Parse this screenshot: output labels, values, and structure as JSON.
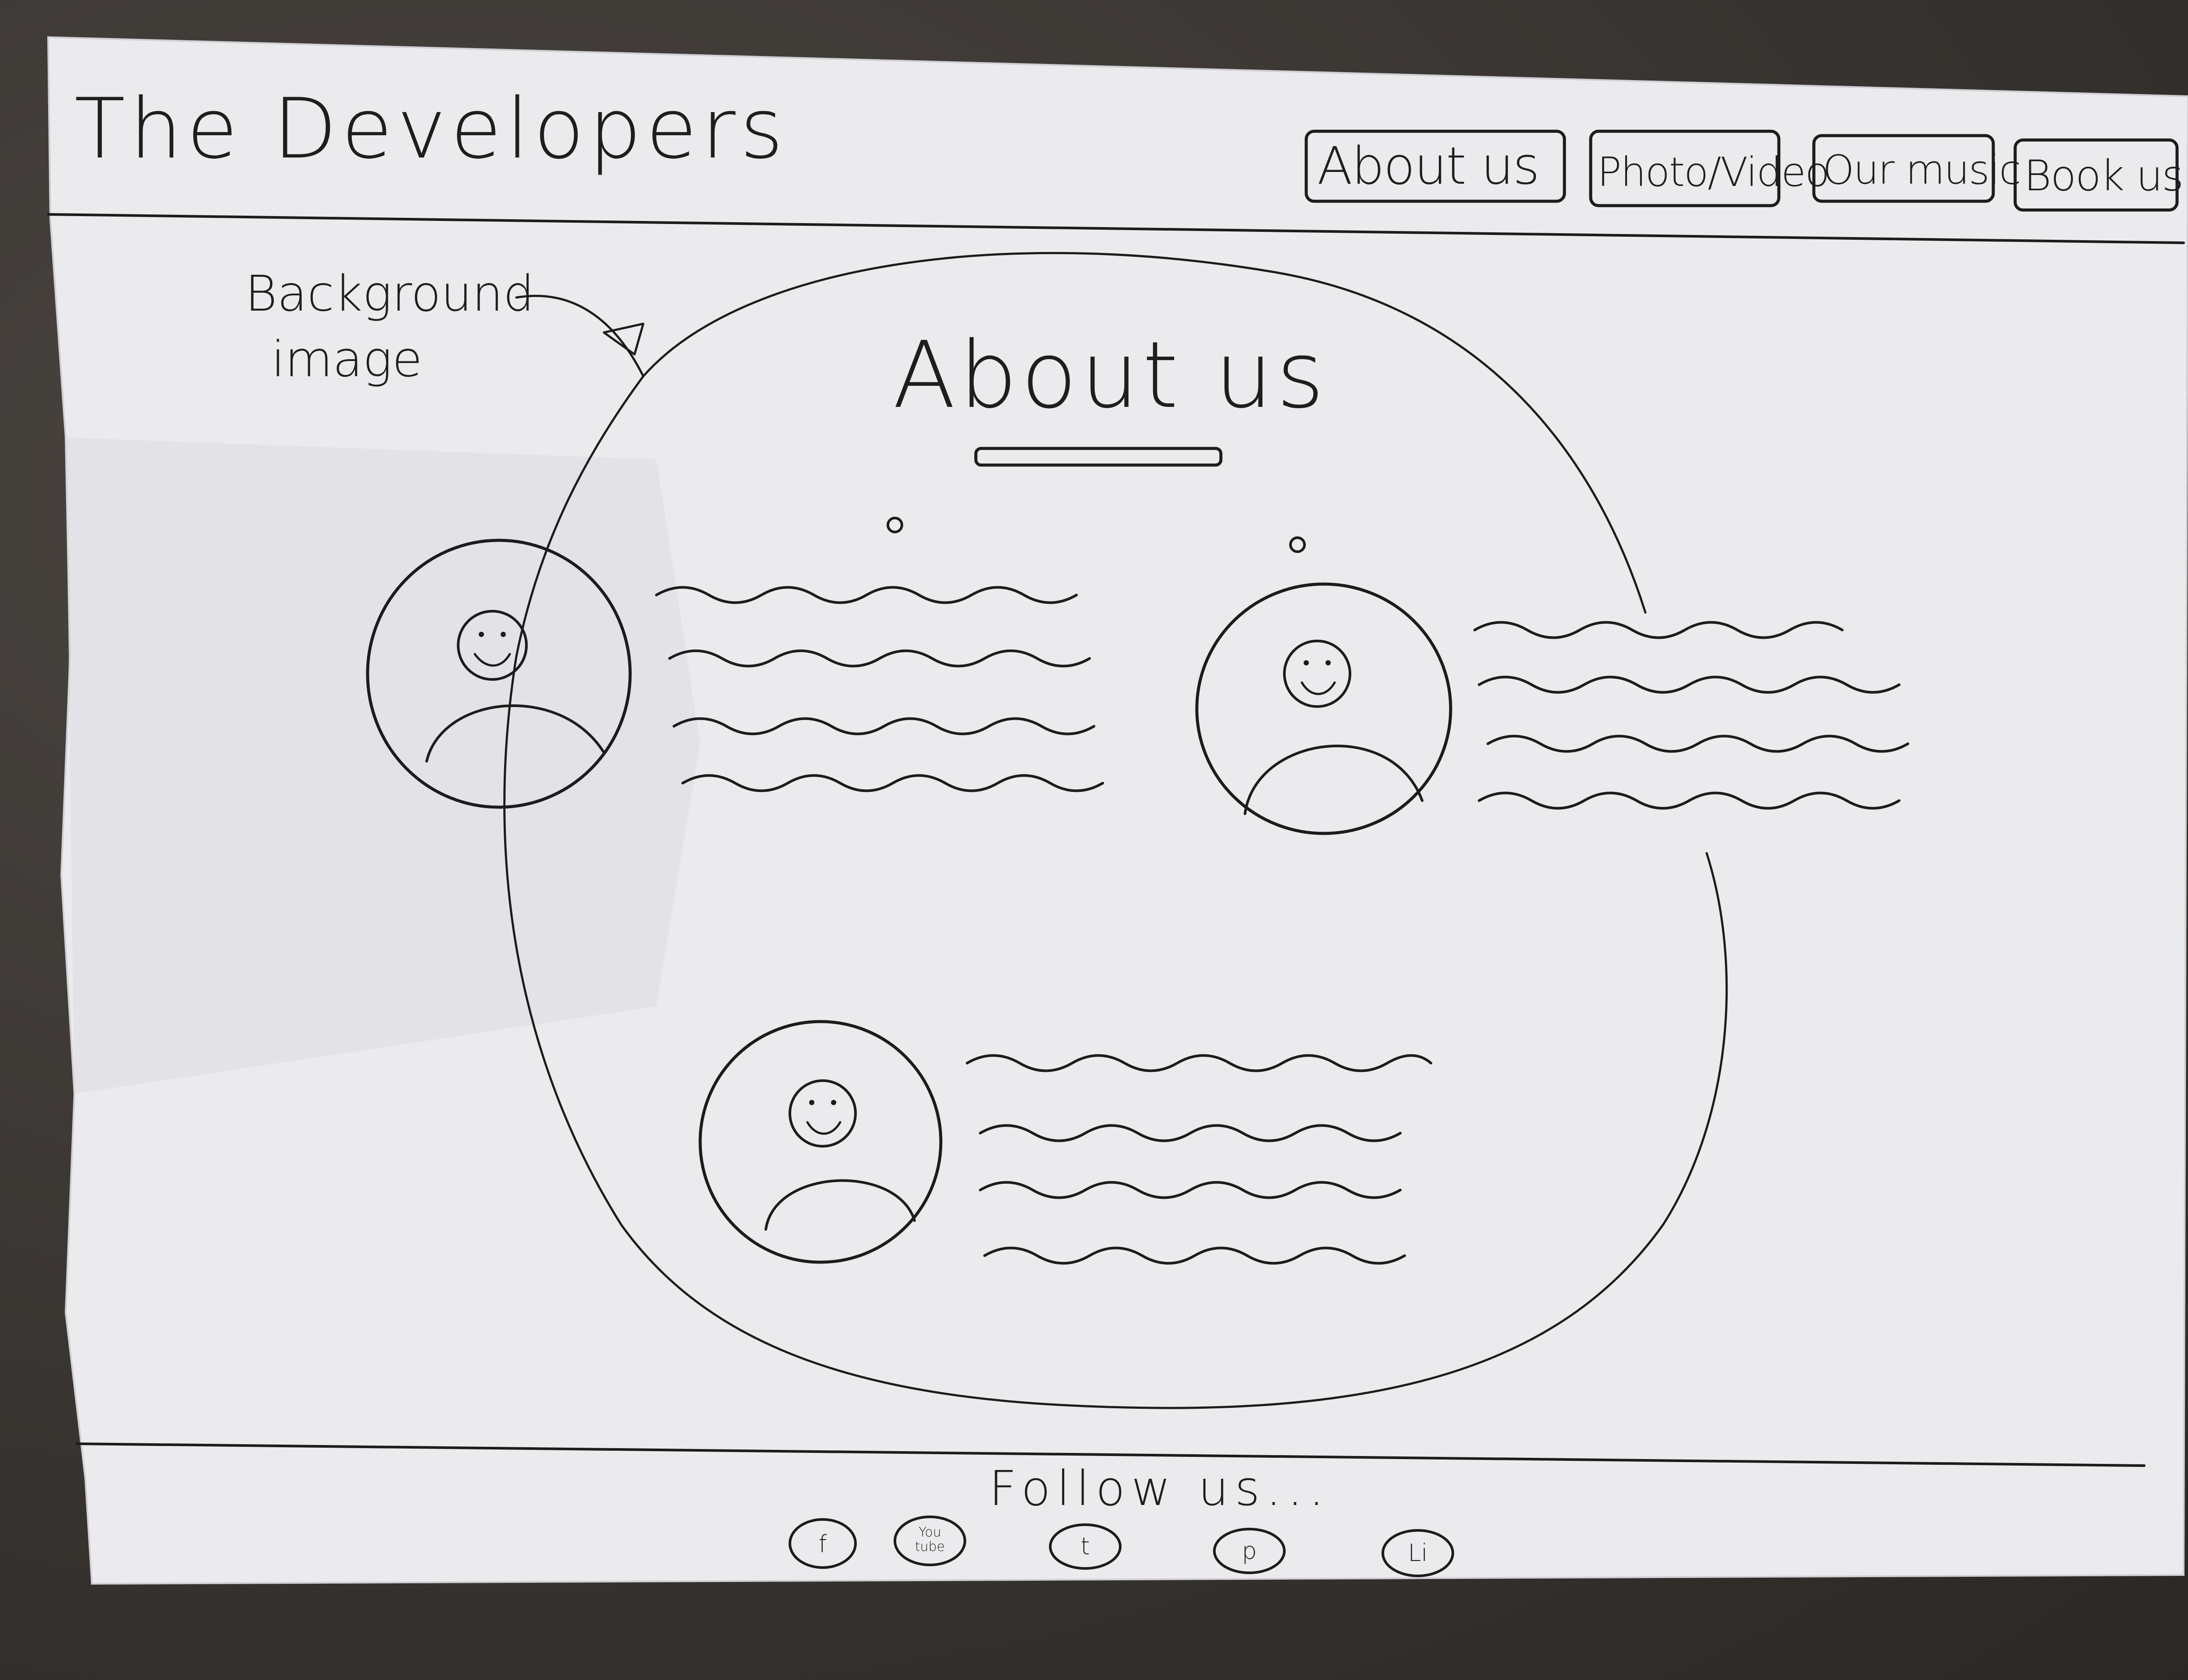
{
  "site": {
    "title": "The Developers"
  },
  "nav": [
    {
      "label": "About us"
    },
    {
      "label": "Photo/Video"
    },
    {
      "label": "Our music"
    },
    {
      "label": "Book us"
    }
  ],
  "annotation": {
    "line1": "Background",
    "line2": "image"
  },
  "main": {
    "heading": "About us"
  },
  "members": [
    {
      "kind": "profile-photo"
    },
    {
      "kind": "profile-photo"
    },
    {
      "kind": "profile-photo"
    }
  ],
  "footer": {
    "follow_label": "Follow us...",
    "social": [
      {
        "icon": "facebook-icon",
        "text": "f"
      },
      {
        "icon": "youtube-icon",
        "line1": "You",
        "line2": "tube"
      },
      {
        "icon": "twitter-icon",
        "text": "t"
      },
      {
        "icon": "pinterest-icon",
        "text": "p"
      },
      {
        "icon": "linkedin-icon",
        "text": "Li"
      }
    ]
  }
}
